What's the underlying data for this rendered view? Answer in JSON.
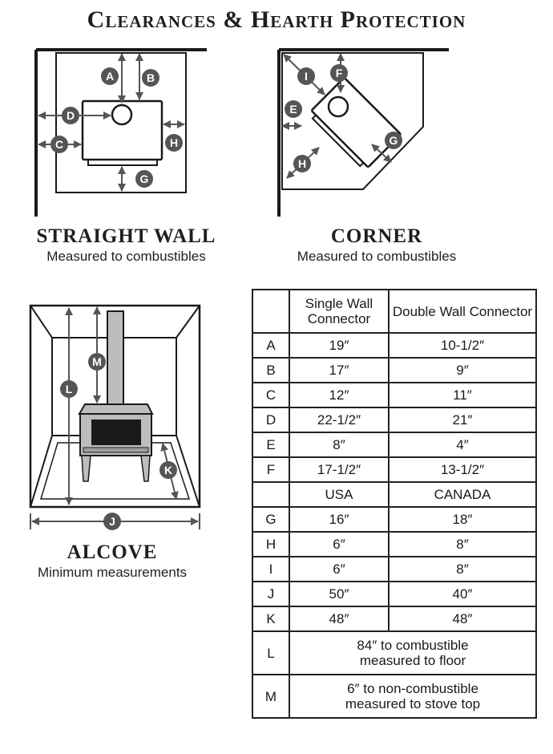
{
  "title": "Clearances & Hearth Protection",
  "straight_wall": {
    "heading": "STRAIGHT WALL",
    "subtitle": "Measured to combustibles",
    "markers": [
      "A",
      "B",
      "D",
      "C",
      "H",
      "G"
    ]
  },
  "corner": {
    "heading": "CORNER",
    "subtitle": "Measured to combustibles",
    "markers": [
      "I",
      "F",
      "E",
      "G",
      "H"
    ]
  },
  "alcove": {
    "heading": "ALCOVE",
    "subtitle": "Minimum measurements",
    "markers": [
      "M",
      "L",
      "K",
      "J"
    ]
  },
  "table": {
    "header": {
      "blank": "",
      "col1": "Single Wall Connector",
      "col2": "Double Wall Connector"
    },
    "rows": [
      {
        "label": "A",
        "v1": "19″",
        "v2": "10-1/2″"
      },
      {
        "label": "B",
        "v1": "17″",
        "v2": "9″"
      },
      {
        "label": "C",
        "v1": "12″",
        "v2": "11″"
      },
      {
        "label": "D",
        "v1": "22-1/2″",
        "v2": "21″"
      },
      {
        "label": "E",
        "v1": "8″",
        "v2": "4″"
      },
      {
        "label": "F",
        "v1": "17-1/2″",
        "v2": "13-1/2″"
      },
      {
        "label": "",
        "v1": "USA",
        "v2": "CANADA"
      },
      {
        "label": "G",
        "v1": "16″",
        "v2": "18″"
      },
      {
        "label": "H",
        "v1": "6″",
        "v2": "8″"
      },
      {
        "label": "I",
        "v1": "6″",
        "v2": "8″"
      },
      {
        "label": "J",
        "v1": "50″",
        "v2": "40″"
      },
      {
        "label": "K",
        "v1": "48″",
        "v2": "48″"
      }
    ],
    "merged_rows": [
      {
        "label": "L",
        "line1": "84″ to combustible",
        "line2": "measured to floor"
      },
      {
        "label": "M",
        "line1": "6″ to non-combustible",
        "line2": "measured to stove top"
      }
    ]
  }
}
